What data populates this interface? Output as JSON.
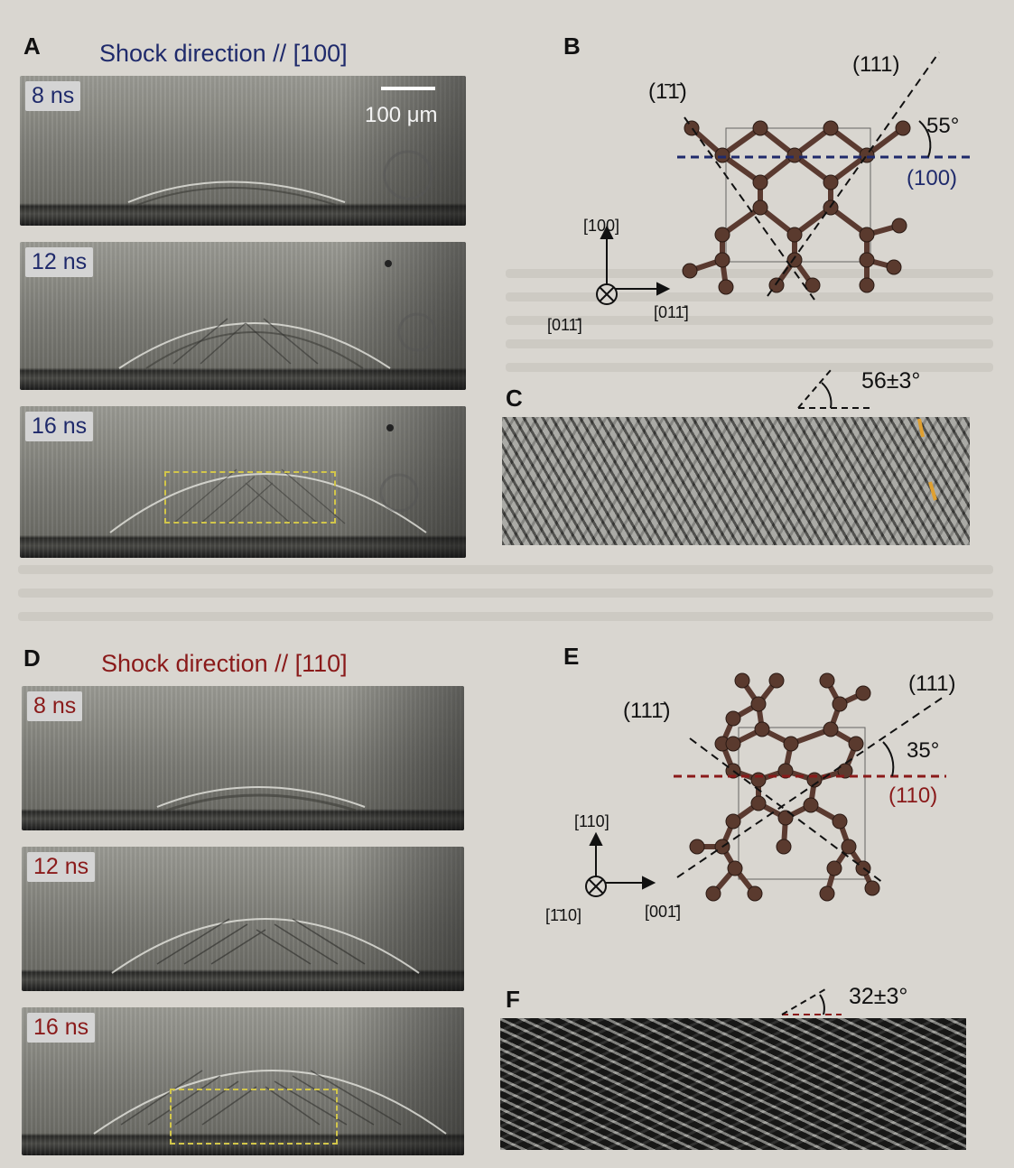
{
  "panels": {
    "A": {
      "letter": "A",
      "caption": "Shock direction // [100]",
      "times": [
        "8 ns",
        "12 ns",
        "16 ns"
      ],
      "scale_bar": "100 μm"
    },
    "B": {
      "letter": "B",
      "plane_1": "(111)",
      "plane_2": "(1̄1̄)",
      "plane_ref": "(100)",
      "angle": "55°",
      "axis_up": "[100]",
      "axis_right": "[011̄]",
      "axis_in": "[011̄]"
    },
    "C": {
      "letter": "C",
      "angle": "56±3°"
    },
    "D": {
      "letter": "D",
      "caption": "Shock direction // [110]",
      "times": [
        "8 ns",
        "12 ns",
        "16 ns"
      ]
    },
    "E": {
      "letter": "E",
      "plane_1": "(111)",
      "plane_2": "(111̄)",
      "plane_ref": "(110)",
      "angle": "35°",
      "axis_up": "[110]",
      "axis_right": "[001̄]",
      "axis_in": "[1̄10]"
    },
    "F": {
      "letter": "F",
      "angle": "32±3°"
    }
  },
  "colors": {
    "navy": "#1f2a6b",
    "red": "#8a1a1a",
    "atom": "#5a3a2e",
    "bond": "#5a3a30",
    "box": "#d2c64a"
  }
}
